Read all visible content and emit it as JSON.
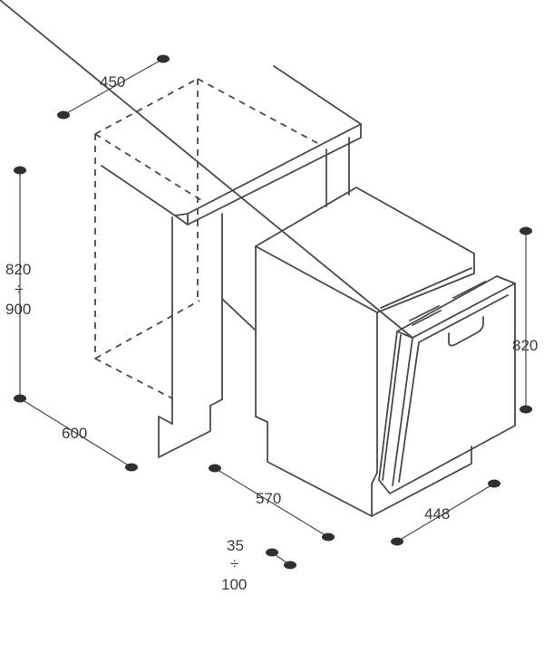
{
  "dimensions": {
    "cabinet_width": "450",
    "cabinet_height_min": "820",
    "range_symbol": "÷",
    "cabinet_height_max": "900",
    "cabinet_depth": "600",
    "appliance_depth": "570",
    "appliance_height": "820",
    "appliance_width": "448",
    "plinth_min": "35",
    "plinth_range_symbol": "÷",
    "plinth_max": "100"
  }
}
